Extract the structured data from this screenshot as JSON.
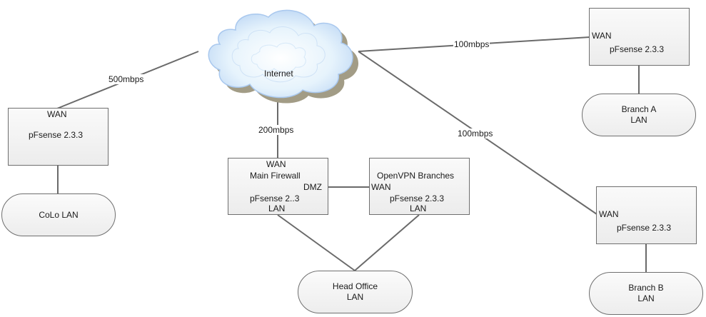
{
  "internet": {
    "label": "Internet"
  },
  "links": [
    {
      "id": "colo-internet",
      "label": "500mbps"
    },
    {
      "id": "internet-branch-a",
      "label": "100mbps"
    },
    {
      "id": "internet-main",
      "label": "200mbps"
    },
    {
      "id": "internet-branch-b",
      "label": "100mbps"
    }
  ],
  "colo_firewall": {
    "wan": "WAN",
    "name": "pFsense 2.3.3"
  },
  "colo_lan": {
    "label": "CoLo LAN"
  },
  "main_firewall": {
    "wan": "WAN",
    "title": "Main Firewall",
    "dmz": "DMZ",
    "name": "pFsense 2..3",
    "lan": "LAN"
  },
  "openvpn_firewall": {
    "title": "OpenVPN Branches",
    "wan": "WAN",
    "name": "pFsense 2.3.3",
    "lan": "LAN"
  },
  "head_office_lan": {
    "line1": "Head Office",
    "line2": "LAN"
  },
  "branch_a_firewall": {
    "wan": "WAN",
    "name": "pFsense 2.3.3"
  },
  "branch_a_lan": {
    "line1": "Branch A",
    "line2": "LAN"
  },
  "branch_b_firewall": {
    "wan": "WAN",
    "name": "pFsense 2.3.3"
  },
  "branch_b_lan": {
    "line1": "Branch B",
    "line2": "LAN"
  },
  "colors": {
    "line": "#6a6a6a",
    "cloud_fill": "#dcecfb",
    "cloud_edge": "#a9c8ee",
    "cloud_shadow": "#a29c86"
  }
}
